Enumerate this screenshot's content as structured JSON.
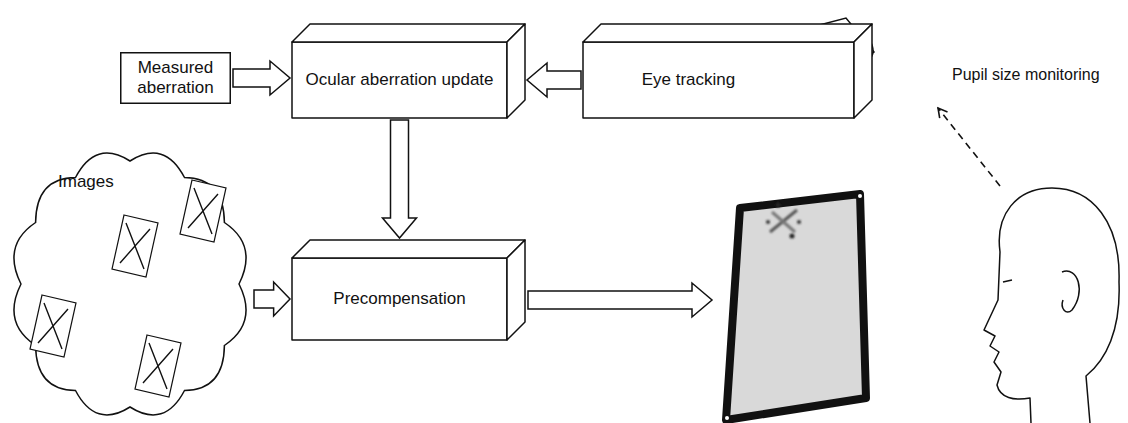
{
  "diagram": {
    "nodes": [
      {
        "text": [
          "Measured aberration"
        ]
      },
      {
        "text": [
          "Ocular aberration update"
        ]
      },
      {
        "text": [
          "Eye tracking"
        ]
      },
      {
        "text": [
          "Images"
        ]
      },
      {
        "text": [
          "Precompensation"
        ]
      }
    ],
    "edges": [
      {
        "from": 0,
        "to": 1,
        "arrow": "to"
      },
      {
        "from": 2,
        "to": 1,
        "arrow": "to"
      },
      {
        "from": 1,
        "to": 4,
        "arrow": "to"
      },
      {
        "from": 3,
        "to": 4,
        "arrow": "to"
      }
    ],
    "labels": [
      "Pupil size monitoring"
    ]
  }
}
